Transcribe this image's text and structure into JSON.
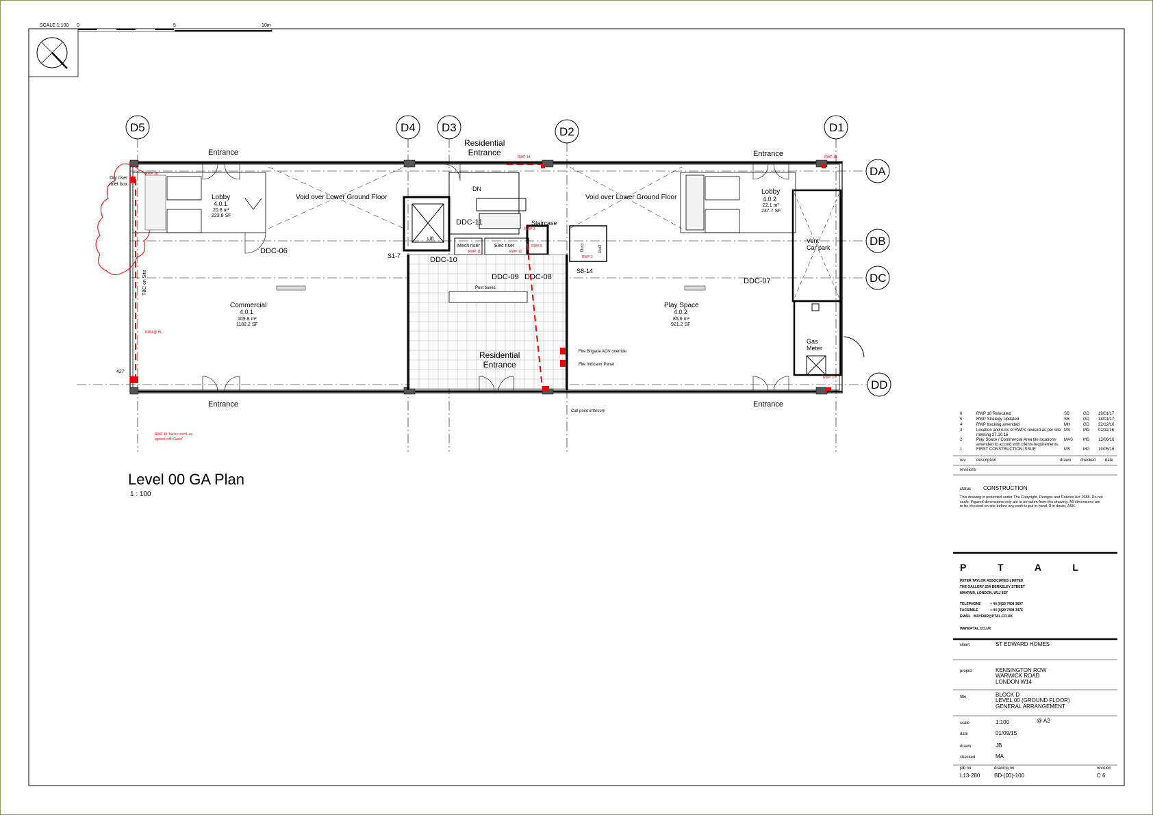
{
  "scale_bar": {
    "label": "SCALE 1:100",
    "t0": "0",
    "t5": "5",
    "t10": "10m"
  },
  "grids": {
    "d5": "D5",
    "d4": "D4",
    "d3": "D3",
    "d2": "D2",
    "d1": "D1",
    "da": "DA",
    "db": "DB",
    "dc": "DC",
    "dd": "DD"
  },
  "rooms": {
    "entrance": "Entrance",
    "residential_entrance_top": "Residential\nEntrance",
    "residential_entrance_mid": "Residential\nEntrance",
    "void": "Void over Lower Ground Floor",
    "lobby1_name": "Lobby",
    "lobby1_num": "4.0.1",
    "lobby1_area": "20.8 m²",
    "lobby1_sf": "223.8 SF",
    "lobby2_name": "Lobby",
    "lobby2_num": "4.0.2",
    "lobby2_area": "22.1 m²",
    "lobby2_sf": "237.7 SF",
    "commercial_name": "Commercial",
    "commercial_num": "4.0.1",
    "commercial_area": "109.8 m²",
    "commercial_sf": "1182.2 SF",
    "play_name": "Play Space",
    "play_num": "4.0.2",
    "play_area": "85.6 m²",
    "play_sf": "921.2 SF",
    "staircase": "Staircase",
    "lift": "Lift",
    "dn": "DN",
    "riser": "Mech riser",
    "elec_riser": "Elec riser",
    "post_boxes": "Post boxes",
    "vent": "Vent",
    "car_park": "Car park",
    "gas": "Gas\nMeter",
    "dry_riser": "Dry riser\ninlet box",
    "tbc": "TBC on Site",
    "duct1": "Duct",
    "duct2": "Duct"
  },
  "doors": {
    "ddc06": "DDC-06",
    "ddc07": "DDC-07",
    "ddc08": "DDC-08",
    "ddc09": "DDC-09",
    "ddc10": "DDC-10",
    "ddc11": "DDC-11",
    "s17": "S1-7",
    "s814": "S8-14"
  },
  "annotations": {
    "fire_acv": "Fire Brigade AOV override",
    "fire_panel": "Fire Indicator Panel",
    "call_point": "Call point intercom",
    "dim427": "427",
    "rwp14": "RWP 14",
    "rwp15": "RWP 15",
    "rwp16": "RWP 16",
    "rwp17": "RWP 17",
    "rwp3": "RWP 3",
    "rwp11": "RWP 11",
    "rwp12": "RWP 12",
    "rwp2": "RWP 2",
    "rwp5": "RWP 5",
    "run_hl": "RUN @ HL",
    "rwp_note": "RWP 16 'hacks on HL as\nagreed with Gavin'"
  },
  "plan_title": "Level 00 GA Plan",
  "plan_scale": "1 : 100",
  "revisions": [
    {
      "rev": "6",
      "desc": "RWP 18 Relocated",
      "drawn": "SB",
      "checked": "GD",
      "date": "19/01/17"
    },
    {
      "rev": "5",
      "desc": "RWP Strategy Updated",
      "drawn": "SB",
      "checked": "GD",
      "date": "18/01/17"
    },
    {
      "rev": "4",
      "desc": "RWP tracking amended",
      "drawn": "MH",
      "checked": "GD",
      "date": "22/12/16"
    },
    {
      "rev": "3",
      "desc": "Location and runs of RWPs revised as per site\nmeeting 27.10.16",
      "drawn": "MS",
      "checked": "MG",
      "date": "02/11/16"
    },
    {
      "rev": "2",
      "desc": "Play Space / Commercial Area tile locations\namended to accord with clients requirements.",
      "drawn": "MAS",
      "checked": "MS",
      "date": "13/06/16"
    },
    {
      "rev": "1",
      "desc": "FIRST CONSTRUCTION ISSUE",
      "drawn": "MS",
      "checked": "MG",
      "date": "19/05/16"
    }
  ],
  "rev_headers": {
    "rev": "rev",
    "desc": "description",
    "drawn": "drawn",
    "checked": "checked",
    "date": "date"
  },
  "revisions_label": "revisions",
  "status": {
    "label": "status",
    "value": "CONSTRUCTION"
  },
  "copyright": "This drawing is protected under The Copyright, Designs and Patents Act 1988. Do not\nscale. Figured dimensions only are to be taken from this drawing. All dimensions are\nto be checked on site before any work is put in hand. If in doubt, ASK.",
  "firm": {
    "logo": "P T A L",
    "name": "PETER TAYLOR ASSOCIATES LIMITED",
    "addr1": "THE GALLERY 25A BERKELEY STREET",
    "addr2": "MAYFAIR, LONDON, W1J 8EF",
    "tel_label": "TELEPHONE",
    "tel": "+ 44 (0)20 7408 3607",
    "fax_label": "FACSIMILE",
    "fax": "+ 44 (0)20 7408 3475",
    "email_label": "EMAIL",
    "email": "MAYFAIR@PTAL.CO.UK",
    "web": "WWW.PTAL.CO.UK"
  },
  "title_block": {
    "client_label": "client",
    "client": "ST EDWARD HOMES",
    "project_label": "project",
    "project": "KENSINGTON ROW\nWARWICK ROAD\nLONDON W14",
    "title_label": "title",
    "title": "BLOCK D\nLEVEL 00 (GROUND FLOOR)\nGENERAL ARRANGEMENT",
    "scale_label": "scale",
    "scale": "1:100",
    "paper": "@ A2",
    "date_label": "date",
    "date": "01/09/15",
    "drawn_label": "drawn",
    "drawn": "JB",
    "checked_label": "checked",
    "checked": "MA",
    "job_label": "job no",
    "job": "L13-280",
    "drawing_label": "drawing no",
    "drawing": "BD-(00)-100",
    "revision_label": "revision",
    "revision": "C 6"
  }
}
